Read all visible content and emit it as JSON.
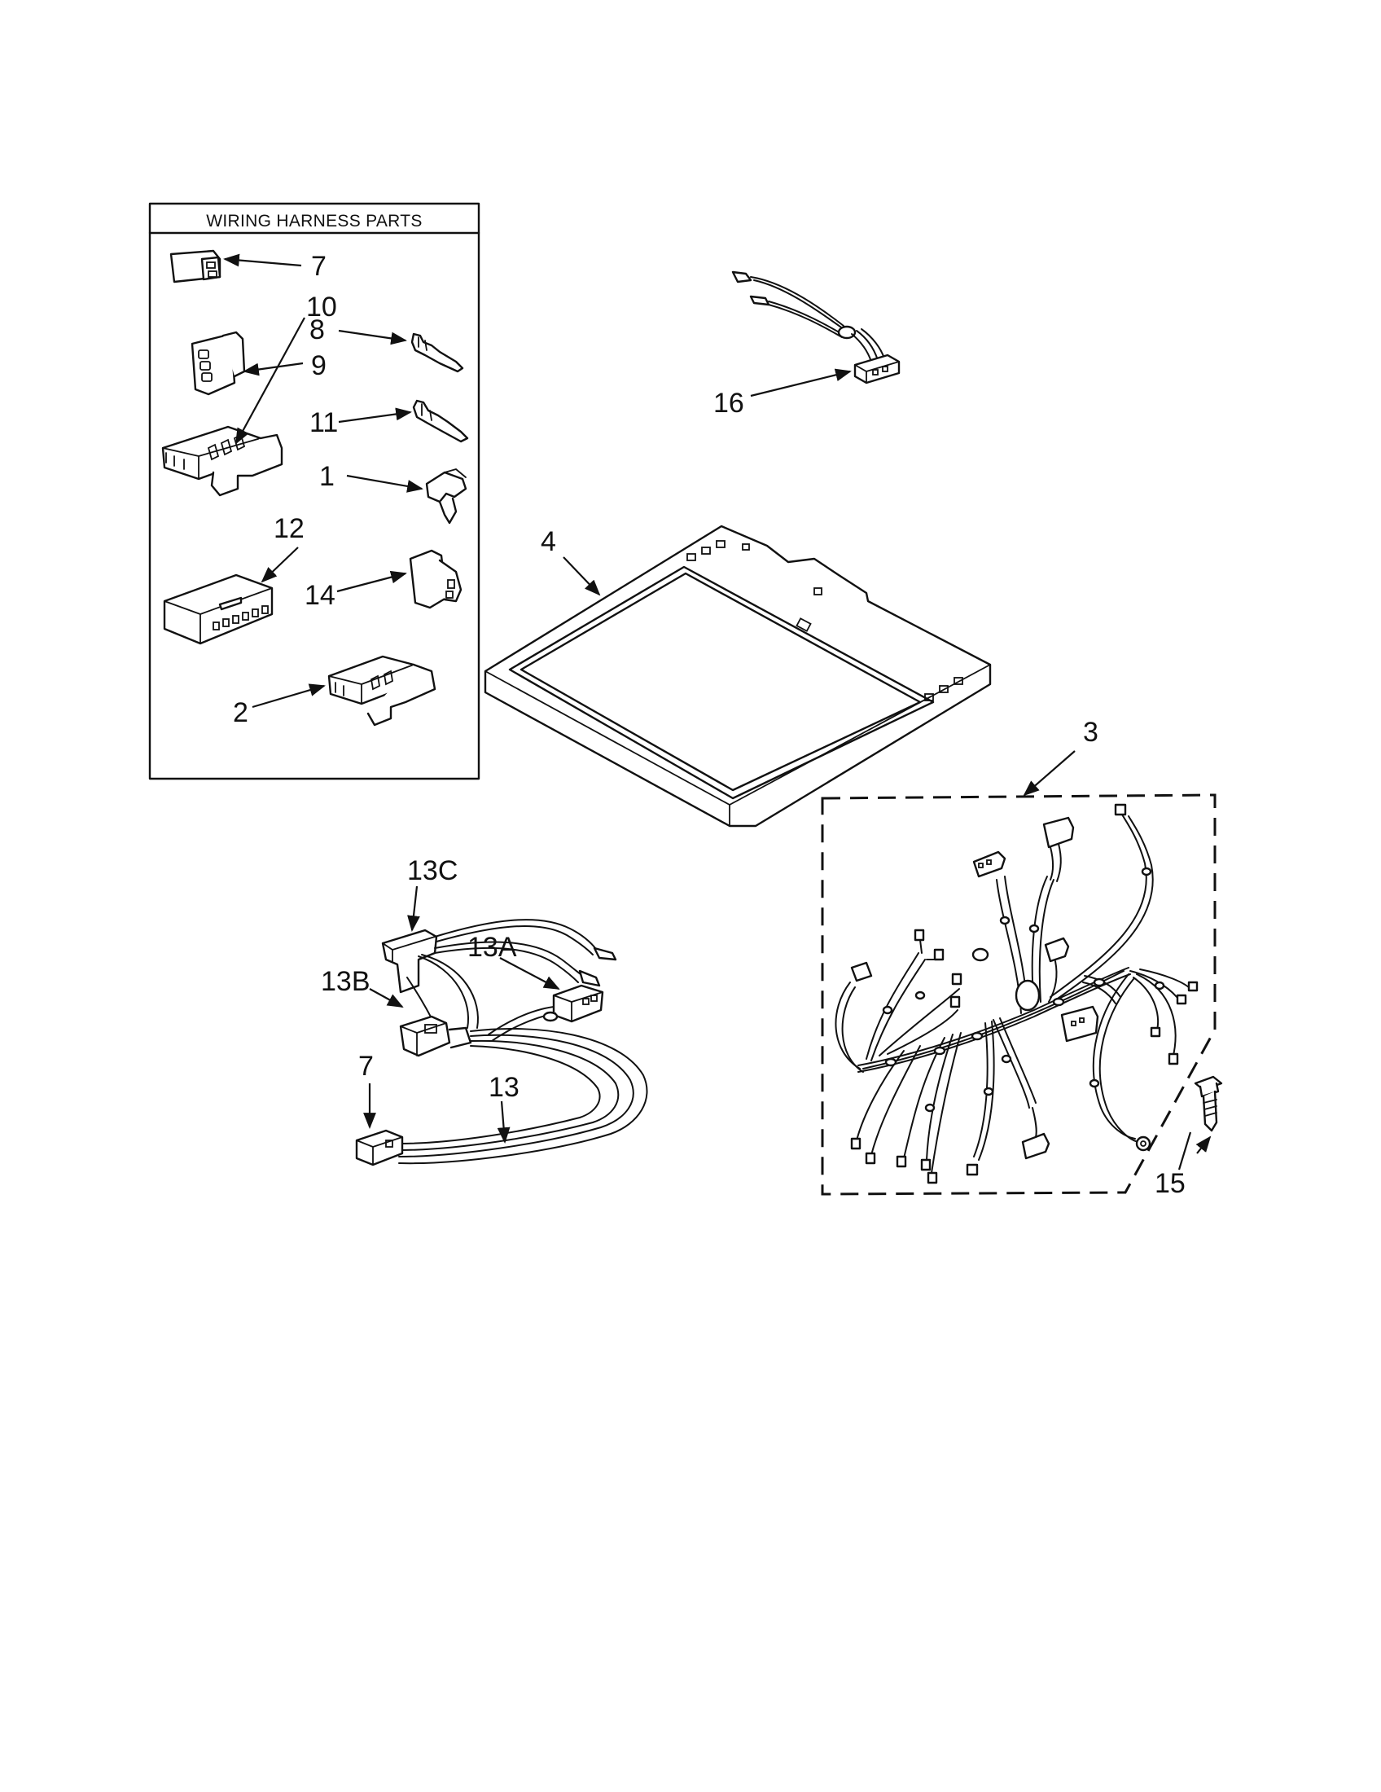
{
  "parts_box": {
    "title": "WIRING HARNESS PARTS"
  },
  "callouts": {
    "c7_box": "7",
    "c8": "8",
    "c9": "9",
    "c10": "10",
    "c11": "11",
    "c1": "1",
    "c12": "12",
    "c14": "14",
    "c2": "2",
    "c16": "16",
    "c4": "4",
    "c3": "3",
    "c15": "15",
    "c13C": "13C",
    "c13A": "13A",
    "c13B": "13B",
    "c7_harness": "7",
    "c13": "13"
  }
}
